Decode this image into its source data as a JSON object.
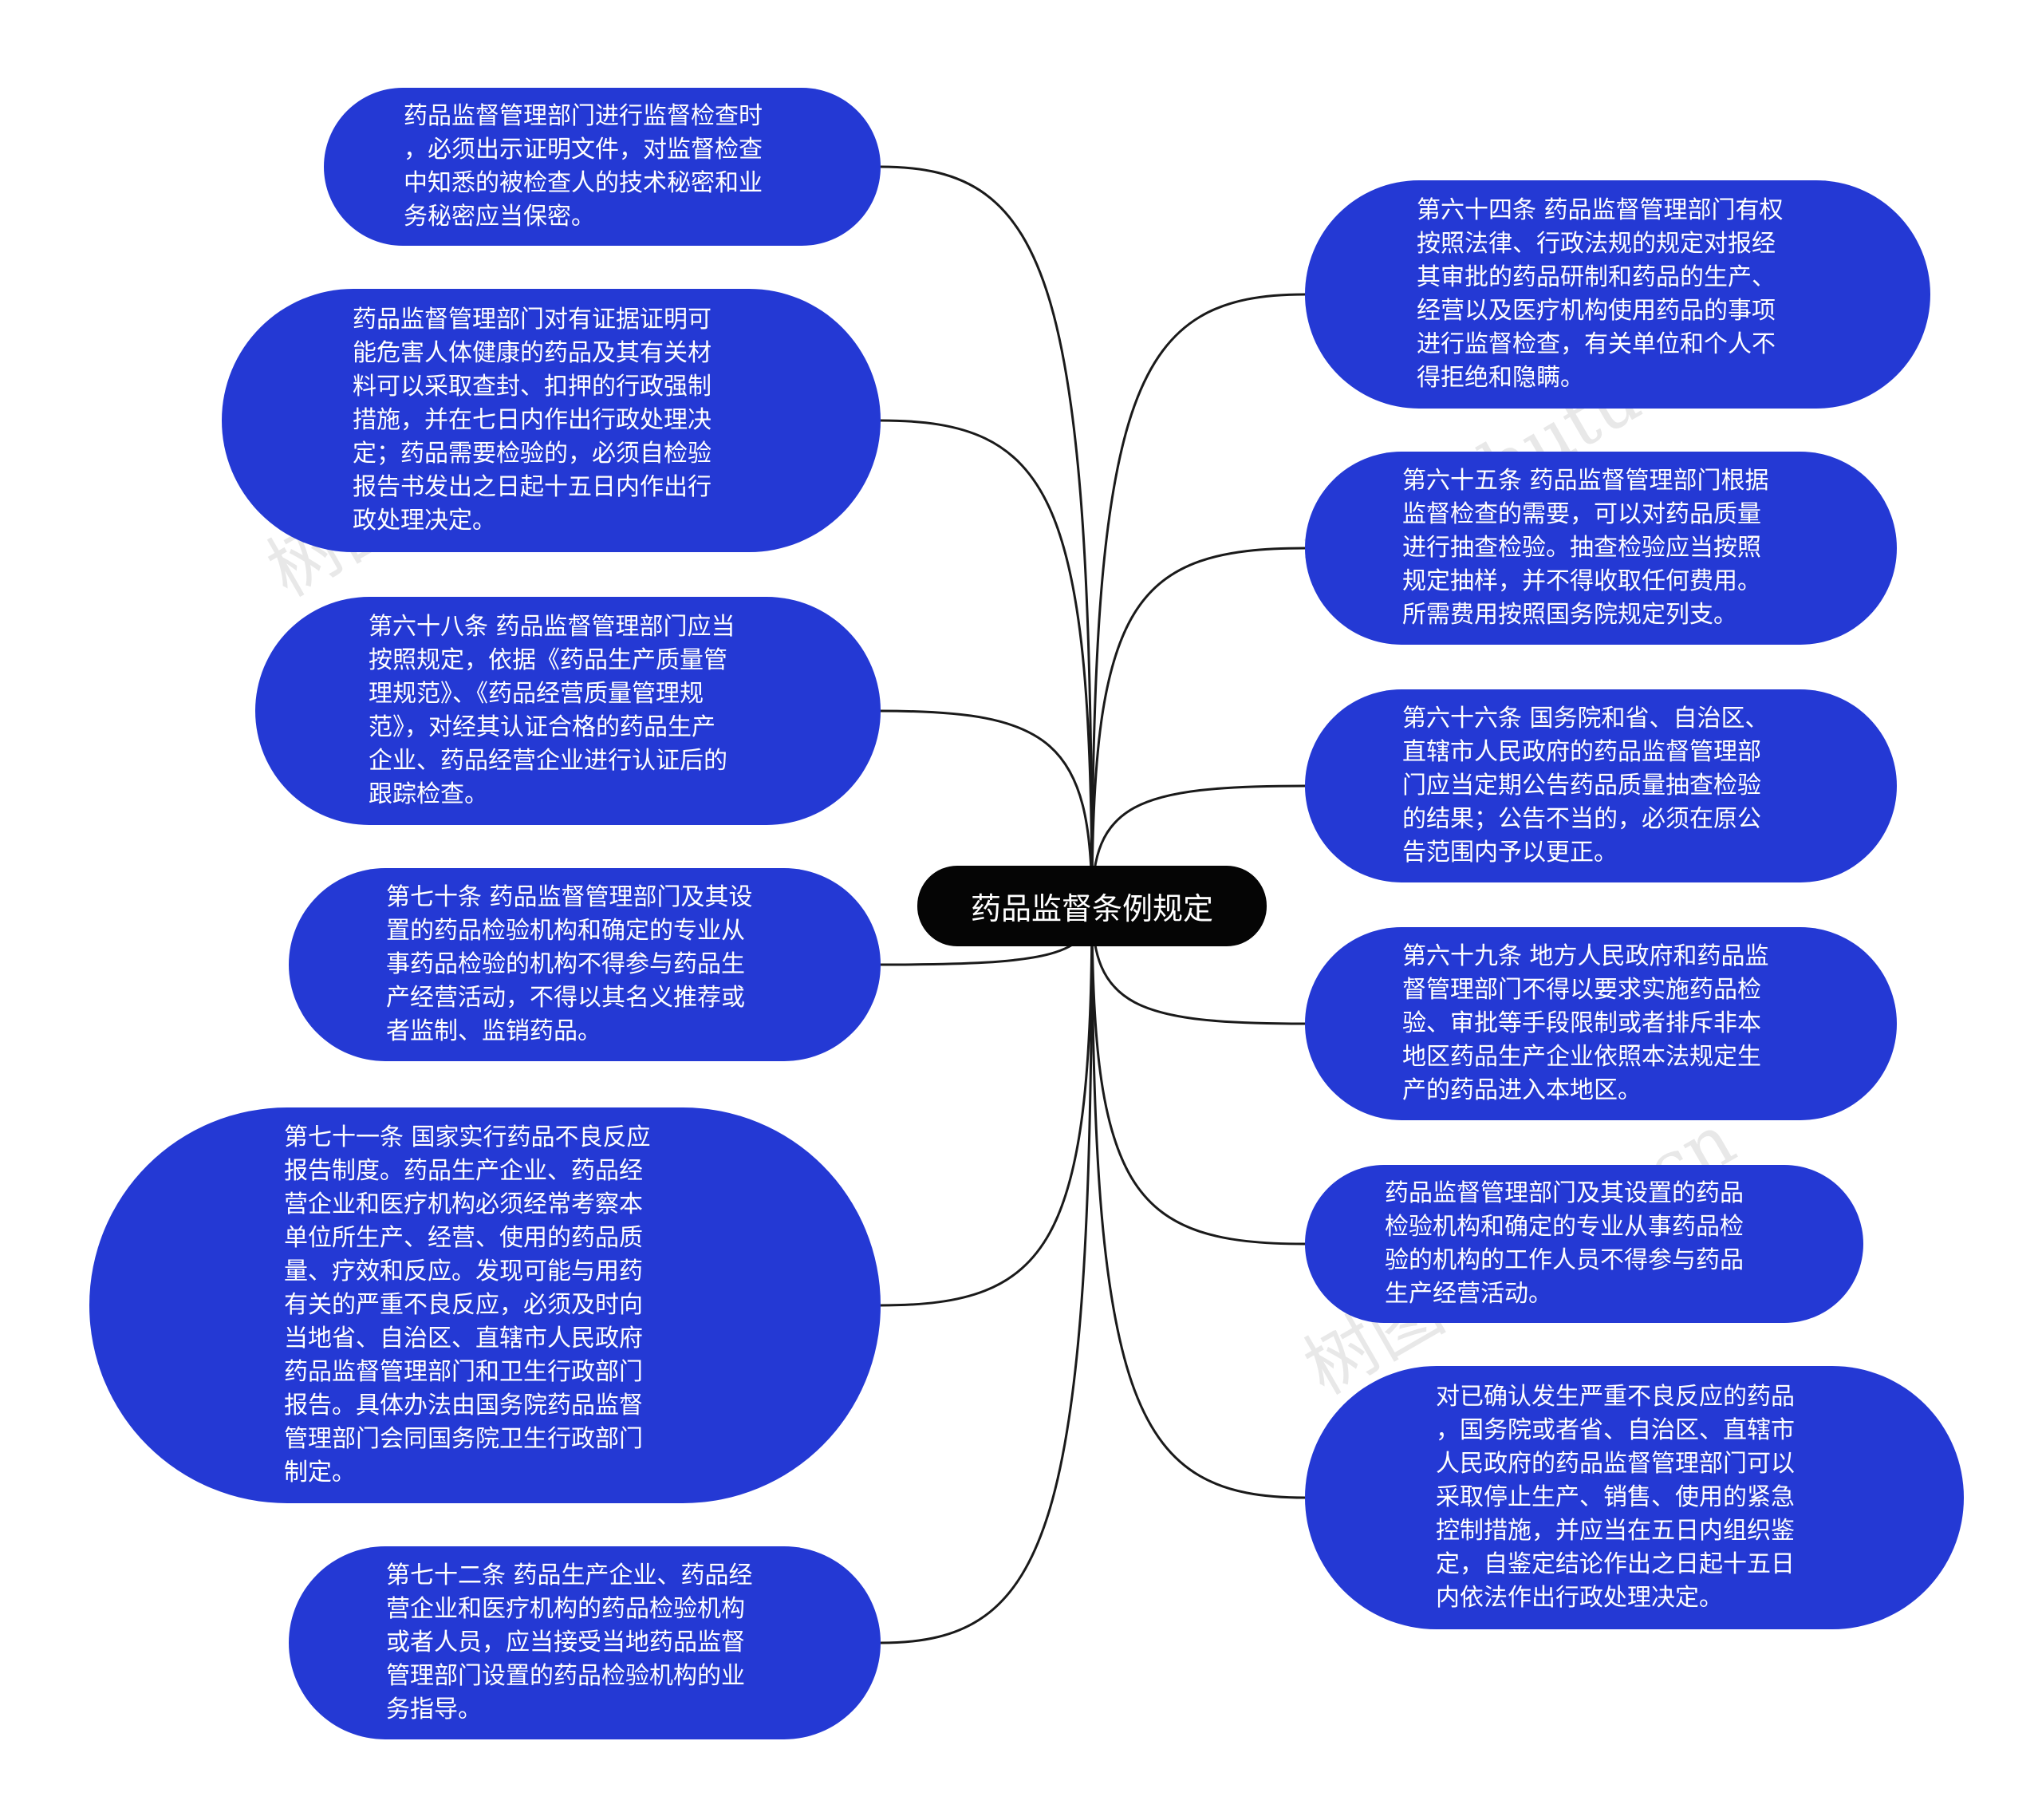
{
  "center": {
    "label": "药品监督条例规定"
  },
  "nodes": [
    {
      "key": "L1",
      "text": "药品监督管理部门进行监督检查时\n，必须出示证明文件，对监督检查\n中知悉的被检查人的技术秘密和业\n务秘密应当保密。"
    },
    {
      "key": "L2",
      "text": "药品监督管理部门对有证据证明可\n能危害人体健康的药品及其有关材\n料可以采取查封、扣押的行政强制\n措施，并在七日内作出行政处理决\n定；药品需要检验的，必须自检验\n报告书发出之日起十五日内作出行\n政处理决定。"
    },
    {
      "key": "L3",
      "text": "第六十八条 药品监督管理部门应当\n按照规定，依据《药品生产质量管\n理规范》、《药品经营质量管理规\n范》，对经其认证合格的药品生产\n企业、药品经营企业进行认证后的\n跟踪检查。"
    },
    {
      "key": "L4",
      "text": "第七十条 药品监督管理部门及其设\n置的药品检验机构和确定的专业从\n事药品检验的机构不得参与药品生\n产经营活动，不得以其名义推荐或\n者监制、监销药品。"
    },
    {
      "key": "L5",
      "text": "第七十一条 国家实行药品不良反应\n报告制度。药品生产企业、药品经\n营企业和医疗机构必须经常考察本\n单位所生产、经营、使用的药品质\n量、疗效和反应。发现可能与用药\n有关的严重不良反应，必须及时向\n当地省、自治区、直辖市人民政府\n药品监督管理部门和卫生行政部门\n报告。具体办法由国务院药品监督\n管理部门会同国务院卫生行政部门\n制定。"
    },
    {
      "key": "L6",
      "text": "第七十二条 药品生产企业、药品经\n营企业和医疗机构的药品检验机构\n或者人员，应当接受当地药品监督\n管理部门设置的药品检验机构的业\n务指导。"
    },
    {
      "key": "R1",
      "text": "第六十四条 药品监督管理部门有权\n按照法律、行政法规的规定对报经\n其审批的药品研制和药品的生产、\n经营以及医疗机构使用药品的事项\n进行监督检查，有关单位和个人不\n得拒绝和隐瞒。"
    },
    {
      "key": "R2",
      "text": "第六十五条 药品监督管理部门根据\n监督检查的需要，可以对药品质量\n进行抽查检验。抽查检验应当按照\n规定抽样，并不得收取任何费用。\n所需费用按照国务院规定列支。"
    },
    {
      "key": "R3",
      "text": "第六十六条 国务院和省、自治区、\n直辖市人民政府的药品监督管理部\n门应当定期公告药品质量抽查检验\n的结果；公告不当的，必须在原公\n告范围内予以更正。"
    },
    {
      "key": "R4",
      "text": "第六十九条 地方人民政府和药品监\n督管理部门不得以要求实施药品检\n验、审批等手段限制或者排斥非本\n地区药品生产企业依照本法规定生\n产的药品进入本地区。"
    },
    {
      "key": "R5",
      "text": "药品监督管理部门及其设置的药品\n检验机构和确定的专业从事药品检\n验的机构的工作人员不得参与药品\n生产经营活动。"
    },
    {
      "key": "R6",
      "text": "对已确认发生严重不良反应的药品\n，国务院或者省、自治区、直辖市\n人民政府的药品监督管理部门可以\n采取停止生产、销售、使用的紧急\n控制措施，并应当在五日内组织鉴\n定，自鉴定结论作出之日起十五日\n内依法作出行政处理决定。"
    }
  ],
  "watermark": {
    "text": "树图 shutu.cn"
  },
  "colors": {
    "node_fill": "#2439d4",
    "center_fill": "#050505",
    "connector": "#1a1a1a",
    "text": "#ffffff"
  }
}
